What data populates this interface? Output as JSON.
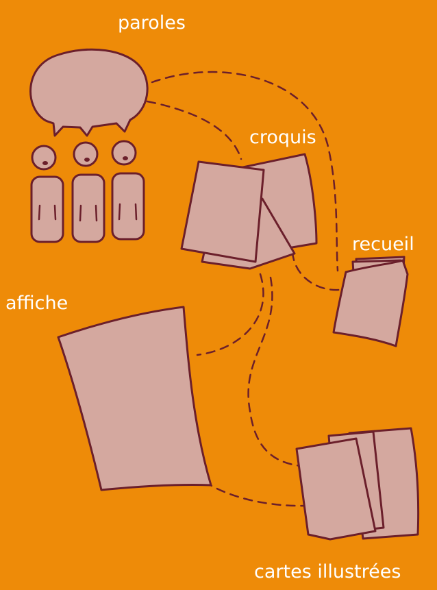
{
  "labels": {
    "paroles": "paroles",
    "croquis": "croquis",
    "recueil": "recueil",
    "affiche": "affiche",
    "cartes": "cartes illustrées"
  },
  "colors": {
    "background": "#ee8b08",
    "paper": "#d4a89f",
    "ink": "#6b1f2b",
    "text": "#ffffff"
  },
  "icons": [
    "speech-bubble-icon",
    "people-icon",
    "sketch-sheets-icon",
    "booklet-icon",
    "poster-icon",
    "cards-icon"
  ]
}
